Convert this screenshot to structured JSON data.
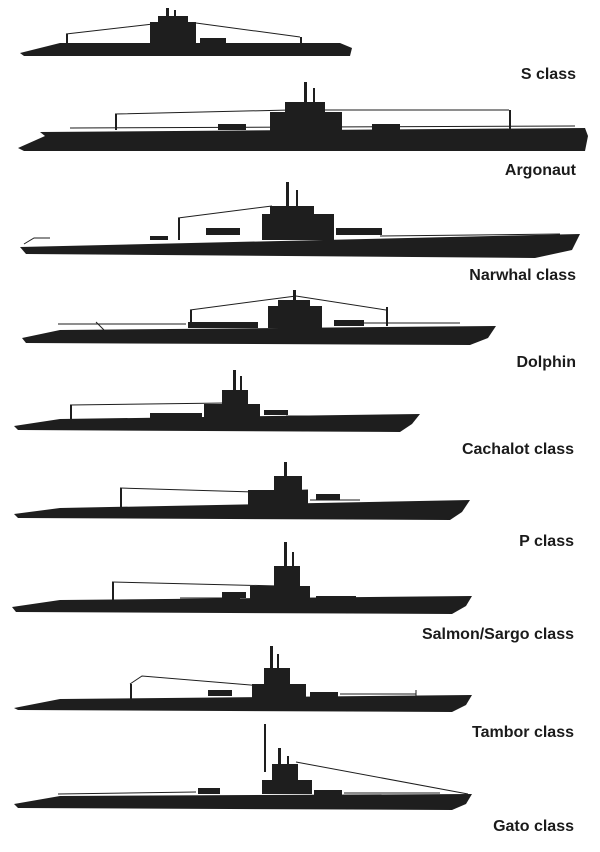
{
  "labels": {
    "s_class": "S class",
    "argonaut": "Argonaut",
    "narwhal": "Narwhal class",
    "dolphin": "Dolphin",
    "cachalot": "Cachalot class",
    "p_class": "P class",
    "salmon_sargo": "Salmon/Sargo class",
    "tambor": "Tambor class",
    "gato": "Gato class"
  },
  "colors": {
    "silhouette": "#1e1e1e",
    "background": "#ffffff",
    "text": "#1b1b1b"
  }
}
